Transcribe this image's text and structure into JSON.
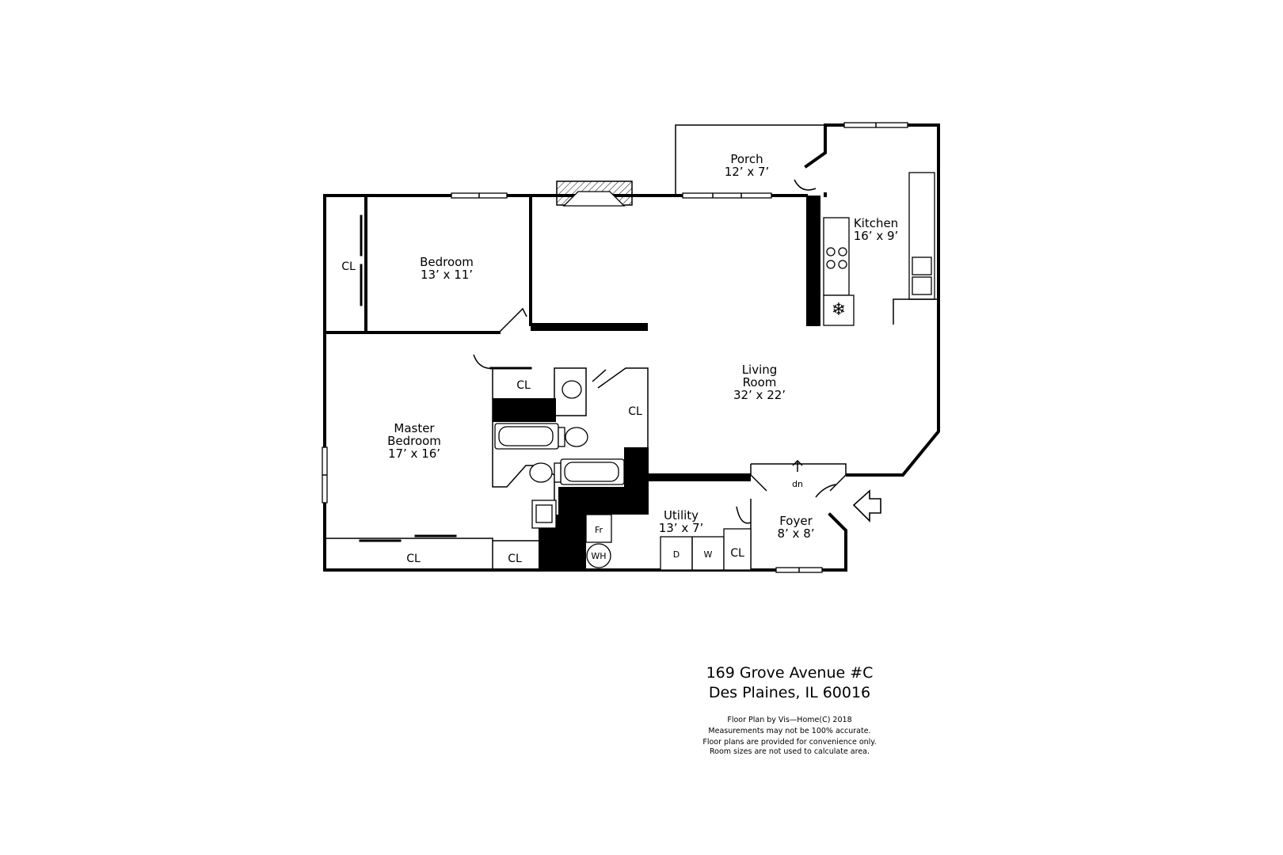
{
  "rooms": {
    "porch": {
      "name": "Porch",
      "size": "12’ x 7’"
    },
    "kitchen": {
      "name": "Kitchen",
      "size": "16’ x 9’"
    },
    "bedroom": {
      "name": "Bedroom",
      "size": "13’ x 11’"
    },
    "living": {
      "name1": "Living",
      "name2": "Room",
      "size": "32’ x 22’"
    },
    "master": {
      "name1": "Master",
      "name2": "Bedroom",
      "size": "17’ x 16’"
    },
    "utility": {
      "name": "Utility",
      "size": "13’ x 7’"
    },
    "foyer": {
      "name": "Foyer",
      "size": "8’ x 8’"
    }
  },
  "closets": {
    "label": "CL"
  },
  "fixtures": {
    "fridge": "Fr",
    "water_heater": "WH",
    "dryer": "D",
    "washer": "W",
    "stairs": "dn"
  },
  "address": {
    "line1": "169 Grove Avenue #C",
    "line2": "Des Plaines, IL 60016"
  },
  "disclaimer": {
    "line1": "Floor Plan by Vis—Home(C) 2018",
    "line2": "Measurements may not be 100% accurate.",
    "line3": "Floor plans are provided for convenience only.",
    "line4": "Room sizes are not used to calculate area."
  },
  "colors": {
    "walls": "#000000",
    "background": "#ffffff"
  }
}
